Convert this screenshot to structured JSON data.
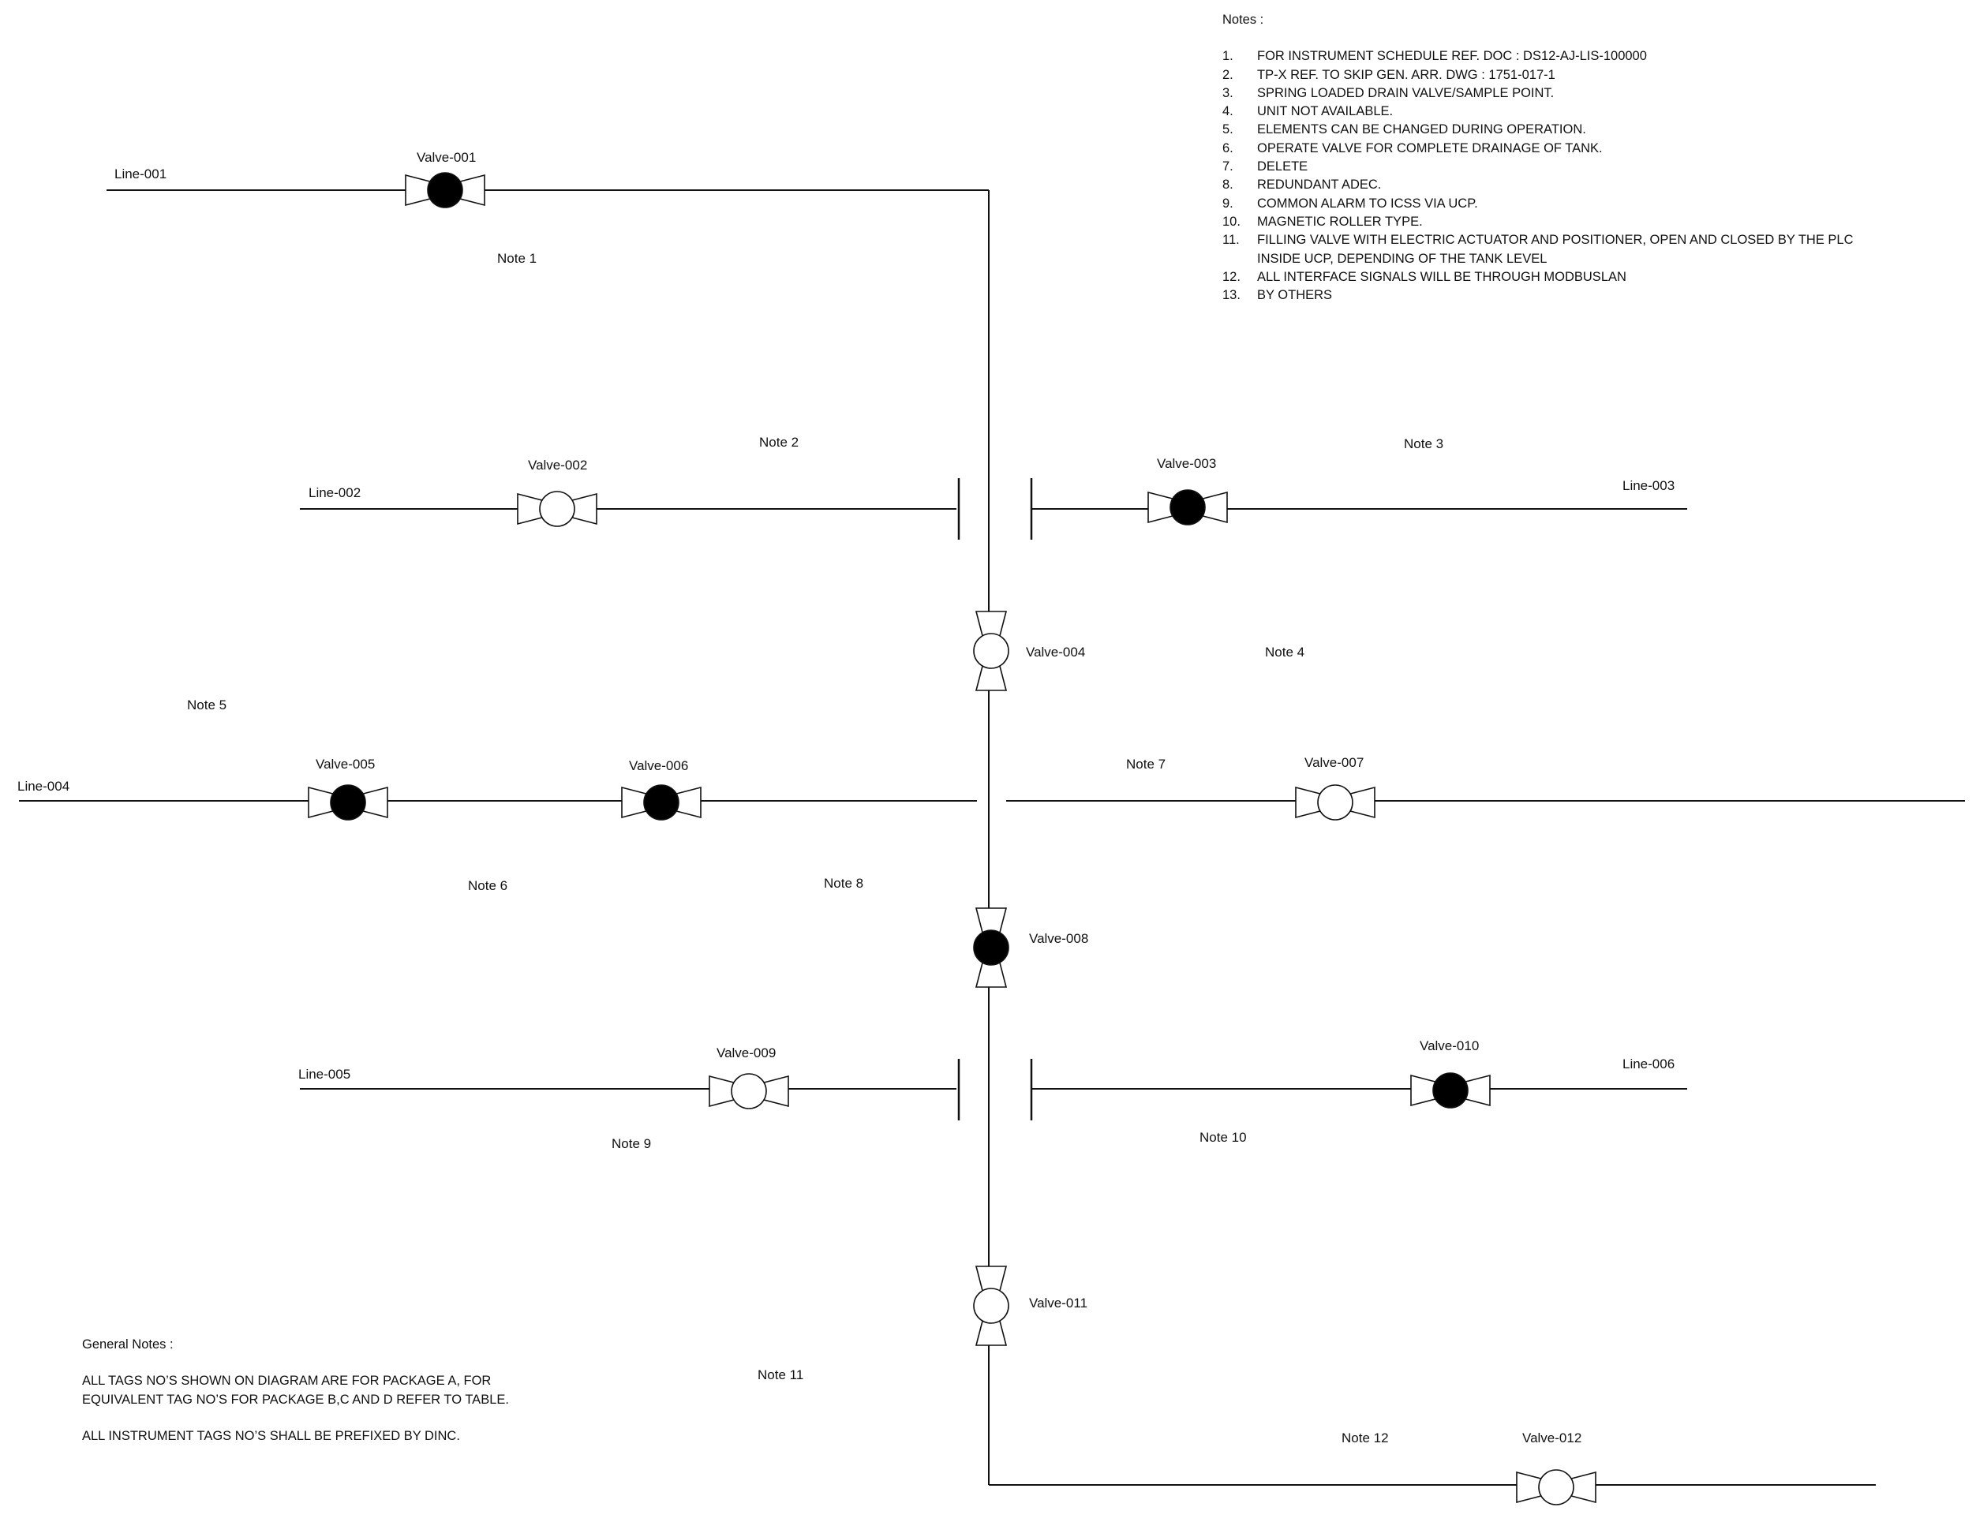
{
  "lines": {
    "line_001": "Line-001",
    "line_002": "Line-002",
    "line_003": "Line-003",
    "line_004": "Line-004",
    "line_005": "Line-005",
    "line_006": "Line-006"
  },
  "valves": [
    {
      "tag": "Valve-001",
      "state": "filled"
    },
    {
      "tag": "Valve-002",
      "state": "open"
    },
    {
      "tag": "Valve-003",
      "state": "filled"
    },
    {
      "tag": "Valve-004",
      "state": "open"
    },
    {
      "tag": "Valve-005",
      "state": "filled"
    },
    {
      "tag": "Valve-006",
      "state": "filled"
    },
    {
      "tag": "Valve-007",
      "state": "open"
    },
    {
      "tag": "Valve-008",
      "state": "filled"
    },
    {
      "tag": "Valve-009",
      "state": "open"
    },
    {
      "tag": "Valve-010",
      "state": "filled"
    },
    {
      "tag": "Valve-011",
      "state": "open"
    },
    {
      "tag": "Valve-012",
      "state": "open"
    }
  ],
  "note_callouts": [
    "Note 1",
    "Note 2",
    "Note 3",
    "Note 4",
    "Note 5",
    "Note 6",
    "Note 7",
    "Note 8",
    "Note 9",
    "Note 10",
    "Note 11",
    "Note 12"
  ],
  "notes_panel": {
    "title": "Notes :",
    "items": [
      {
        "num": "1.",
        "text": "FOR INSTRUMENT SCHEDULE REF. DOC : DS12-AJ-LIS-100000"
      },
      {
        "num": "2.",
        "text": "TP-X  REF. TO SKIP GEN. ARR. DWG : 1751-017-1"
      },
      {
        "num": "3.",
        "text": "SPRING LOADED DRAIN VALVE/SAMPLE POINT."
      },
      {
        "num": "4.",
        "text": "UNIT NOT AVAILABLE."
      },
      {
        "num": "5.",
        "text": "ELEMENTS CAN BE CHANGED DURING OPERATION."
      },
      {
        "num": "6.",
        "text": "OPERATE VALVE FOR COMPLETE DRAINAGE OF TANK."
      },
      {
        "num": "7.",
        "text": "DELETE"
      },
      {
        "num": "8.",
        "text": "REDUNDANT ADEC."
      },
      {
        "num": "9.",
        "text": "COMMON ALARM TO ICSS VIA UCP."
      },
      {
        "num": "10.",
        "text": "MAGNETIC ROLLER TYPE."
      },
      {
        "num": "11.",
        "text": "FILLING VALVE WITH ELECTRIC ACTUATOR AND POSITIONER, OPEN AND CLOSED BY THE PLC"
      },
      {
        "num": "",
        "text": "INSIDE UCP, DEPENDING OF THE TANK LEVEL"
      },
      {
        "num": "12.",
        "text": "ALL INTERFACE SIGNALS WILL BE THROUGH MODBUSLAN"
      },
      {
        "num": "13.",
        "text": "BY OTHERS"
      }
    ]
  },
  "general_notes": {
    "title": "General Notes :",
    "para1_line1": "ALL TAGS NO’S SHOWN ON DIAGRAM ARE FOR PACKAGE A, FOR",
    "para1_line2": "EQUIVALENT TAG NO’S FOR PACKAGE B,C AND D REFER TO TABLE.",
    "para2": "ALL INSTRUMENT TAGS NO’S SHALL BE PREFIXED BY DINC."
  },
  "colors": {
    "line": "#111111",
    "filled_valve": "#000000",
    "open_valve": "#ffffff",
    "background": "#ffffff"
  }
}
